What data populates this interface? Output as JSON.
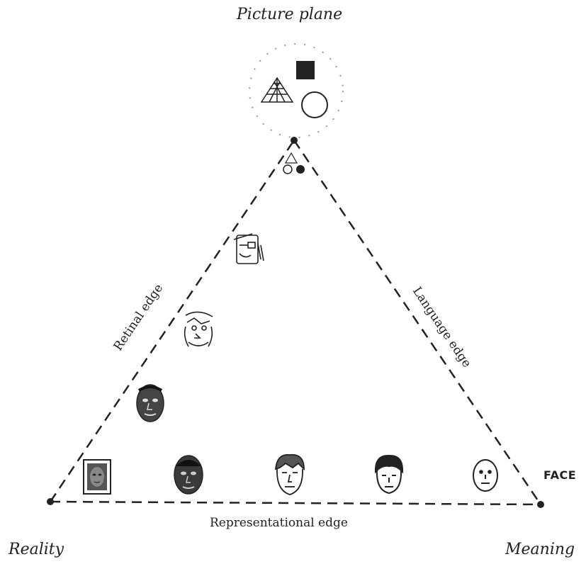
{
  "labels": {
    "picture_plane": "Picture plane",
    "retinal_edge": "Retinal edge",
    "language_edge": "Language edge",
    "representational_edge": "Representational edge",
    "reality": "Reality",
    "meaning": "Meaning",
    "face": "FACE"
  },
  "colors": {
    "ink": "#222222",
    "photo": "#555555"
  },
  "icons": [
    "square-icon",
    "grid-triangle-icon",
    "circle-icon",
    "mini-shapes-icon",
    "face-icon",
    "photo-face-icon"
  ]
}
